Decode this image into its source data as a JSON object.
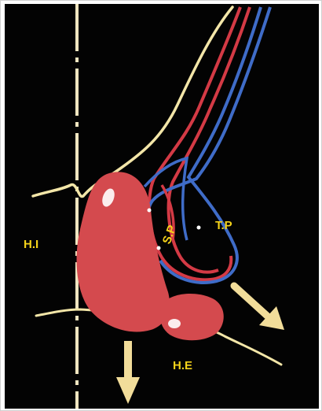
{
  "labels": {
    "hi": "H.I",
    "sp": "S.P",
    "tp": "T.P",
    "he": "H.E"
  },
  "colors": {
    "background": "#030303",
    "organ": "#d44a4e",
    "vessel_red": "#d43a45",
    "vessel_blue": "#3f6cc8",
    "outline": "#f3e6a8",
    "arrow": "#f2dd9a",
    "label": "#f4d21a",
    "axis": "#efe5c0"
  }
}
